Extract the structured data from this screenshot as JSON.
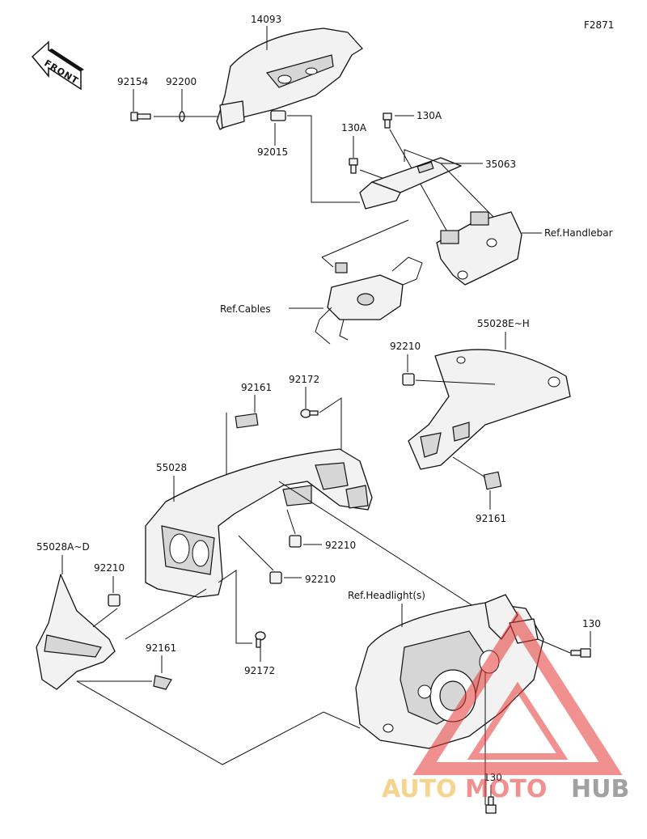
{
  "diagram": {
    "figure_code": "F2871",
    "front_label": "FRONT",
    "part_labels": {
      "p14093": "14093",
      "p92154": "92154",
      "p92200": "92200",
      "p92015": "92015",
      "p130A_left": "130A",
      "p130A_right": "130A",
      "p35063": "35063",
      "ref_handlebar": "Ref.Handlebar",
      "ref_cables": "Ref.Cables",
      "p55028EH": "55028E~H",
      "p92210_top": "92210",
      "p92172_top": "92172",
      "p92161_top": "92161",
      "p55028": "55028",
      "p92161_right": "92161",
      "p92210_mid1": "92210",
      "p92210_mid2": "92210",
      "p55028AD": "55028A~D",
      "p92210_left": "92210",
      "p92161_left": "92161",
      "p92172_bottom": "92172",
      "ref_headlight": "Ref.Headlight(s)",
      "p130_upper": "130",
      "p130_lower": "130"
    },
    "watermark": {
      "part1": "AUTO",
      "part2": "MOTO",
      "part3": "HUB"
    }
  }
}
